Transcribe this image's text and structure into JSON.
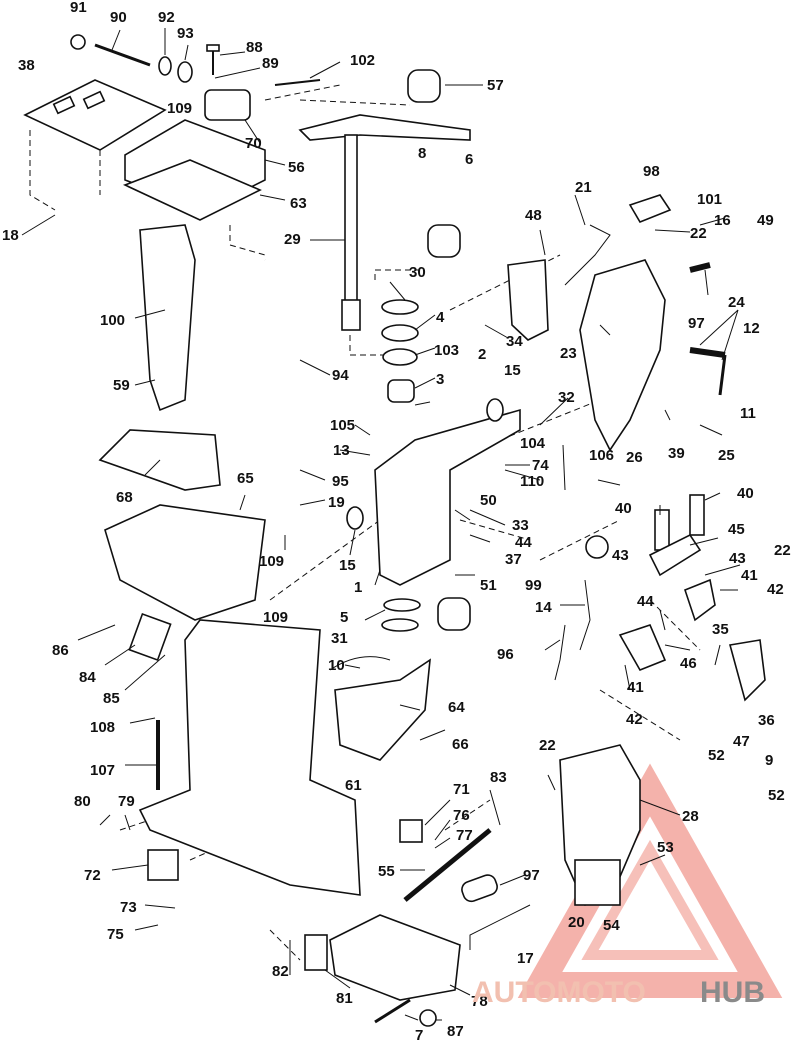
{
  "diagram": {
    "labels": [
      "1",
      "2",
      "3",
      "4",
      "5",
      "6",
      "7",
      "8",
      "9",
      "10",
      "11",
      "12",
      "13",
      "14",
      "15",
      "16",
      "17",
      "18",
      "19",
      "20",
      "21",
      "22",
      "23",
      "24",
      "25",
      "26",
      "28",
      "29",
      "30",
      "31",
      "32",
      "33",
      "34",
      "35",
      "36",
      "37",
      "38",
      "39",
      "40",
      "41",
      "42",
      "43",
      "44",
      "45",
      "46",
      "47",
      "48",
      "49",
      "50",
      "51",
      "52",
      "53",
      "54",
      "55",
      "56",
      "57",
      "59",
      "61",
      "63",
      "64",
      "65",
      "66",
      "68",
      "70",
      "71",
      "72",
      "73",
      "74",
      "75",
      "76",
      "77",
      "78",
      "79",
      "80",
      "81",
      "82",
      "83",
      "84",
      "85",
      "86",
      "87",
      "88",
      "89",
      "90",
      "91",
      "92",
      "93",
      "94",
      "95",
      "96",
      "97",
      "98",
      "99",
      "100",
      "101",
      "102",
      "103",
      "104",
      "105",
      "106",
      "107",
      "108",
      "109",
      "110"
    ]
  },
  "watermark": {
    "brand_part1": "AUTOMOTO",
    "brand_part2": "HUB",
    "color_main": "#f2c8c0",
    "color_accent": "#e04a3a",
    "color_dark": "#7a7a7a"
  }
}
